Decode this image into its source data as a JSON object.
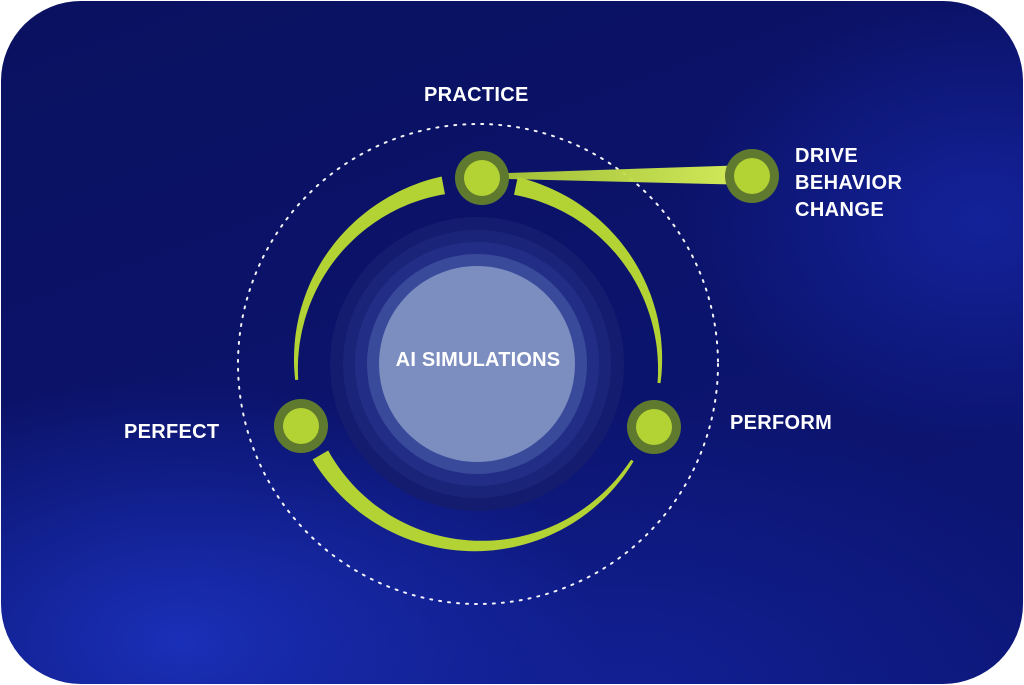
{
  "diagram": {
    "center_label": "AI SIMULATIONS",
    "stages": [
      {
        "id": "practice",
        "label": "PRACTICE"
      },
      {
        "id": "perform",
        "label": "PERFORM"
      },
      {
        "id": "perfect",
        "label": "PERFECT"
      }
    ],
    "goal": {
      "lines": [
        "DRIVE",
        "BEHAVIOR",
        "CHANGE"
      ]
    }
  },
  "colors": {
    "background": "#0b136a",
    "accent": "#b3d334",
    "node_ring": "#5f7a2f",
    "center_fill": "#7c8dc0",
    "text": "#ffffff"
  }
}
